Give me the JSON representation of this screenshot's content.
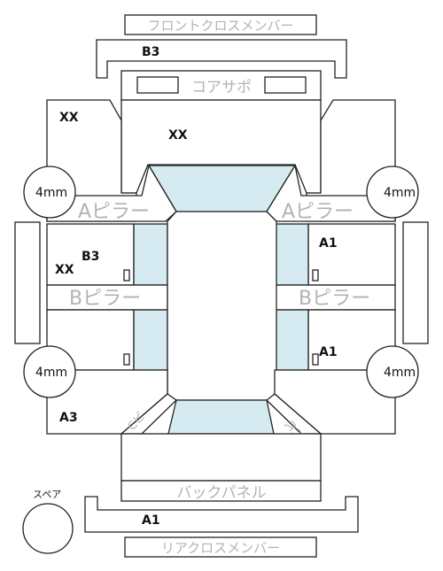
{
  "labels": {
    "front_cross_member": "フロントクロスメンバー",
    "core_support": "コアサポ",
    "a_pillar_left": "Aピラー",
    "a_pillar_right": "Aピラー",
    "b_pillar_left": "Bピラー",
    "b_pillar_right": "Bピラー",
    "back_panel": "バックパネル",
    "rear_cross_member": "リアクロスメンバー",
    "spare": "スペア",
    "c_pillar_left": "Cピ",
    "c_pillar_right": "Cピ"
  },
  "codes": {
    "front_member": "B3",
    "front_left_fender": "XX",
    "hood": "XX",
    "left_front_door_b3": "B3",
    "left_front_door_xx": "XX",
    "right_front_door": "A1",
    "right_rear_door": "A1",
    "left_rear_quarter": "A3",
    "rear_member": "A1"
  },
  "tires": {
    "front_left": "4mm",
    "front_right": "4mm",
    "rear_left": "4mm",
    "rear_right": "4mm"
  },
  "colors": {
    "glass": "#d5ebf1",
    "outline": "#222222",
    "part_label": "#b3b3b3"
  }
}
